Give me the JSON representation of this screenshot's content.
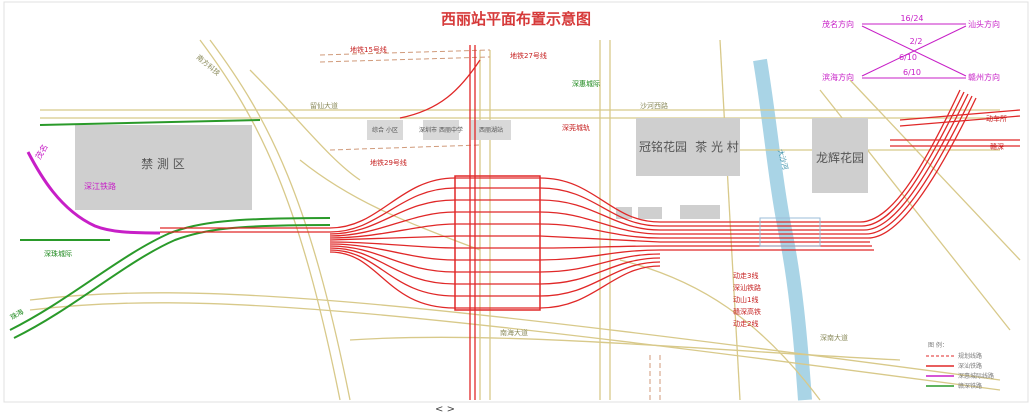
{
  "title": "西丽站平面布置示意图",
  "colors": {
    "rail_red": "#e02828",
    "rail_green": "#2a9a2a",
    "direction_magenta": "#c71fc7",
    "road_tan": "#d8c98a",
    "block_gray": "#cfcfcf",
    "river_blue": "#a9d4e6",
    "title_red": "#d63a3a"
  },
  "blocks": {
    "block_1": "禁 測 区",
    "block_2": "冠铭花园",
    "block_3": "茶 光 村",
    "block_4": "龙辉花园"
  },
  "directions": {
    "maoming": "茂名方向",
    "shantou": "汕头方向",
    "binhai": "滨海方向",
    "ganzhou": "赣州方向",
    "ratio_top": "16/24",
    "ratio_mid": "2/2",
    "ratio_mid2": "6/10",
    "ratio_bottom": "6/10"
  },
  "rail_labels": {
    "line15": "地铁15号线",
    "line27": "地铁27号线",
    "line29": "地铁29号线",
    "shenhui": "深惠城际",
    "dongguan_line": "深莞城轨",
    "shenzhen_jiangmen": "深江铁路",
    "intercity": "深珠城际",
    "maoming_left": "茂名",
    "zhuhai": "珠海",
    "dongguan_right": "动车所",
    "yichang": "赣深"
  },
  "platform_labels": {
    "line1": "动走3线",
    "line2": "深汕铁路",
    "line3": "动山1线",
    "line4": "赣深高铁",
    "line5": "动走2线"
  },
  "roads": {
    "road_top": "留仙大道",
    "road_mid": "沙河西路",
    "road_bottom": "南海大道",
    "road_left": "南方科技",
    "road_right": "深南大道"
  },
  "areas": {
    "small_1": "综合\n小区",
    "small_2": "深圳市\n西丽中学",
    "small_3": "西丽湖站",
    "river": "大沙河"
  },
  "legend": {
    "heading": "图 例：",
    "item1": "规划线路",
    "item2": "深汕铁路",
    "item3": "深惠城际线路",
    "item4": "赣深铁路"
  },
  "footer_mark": "< >"
}
